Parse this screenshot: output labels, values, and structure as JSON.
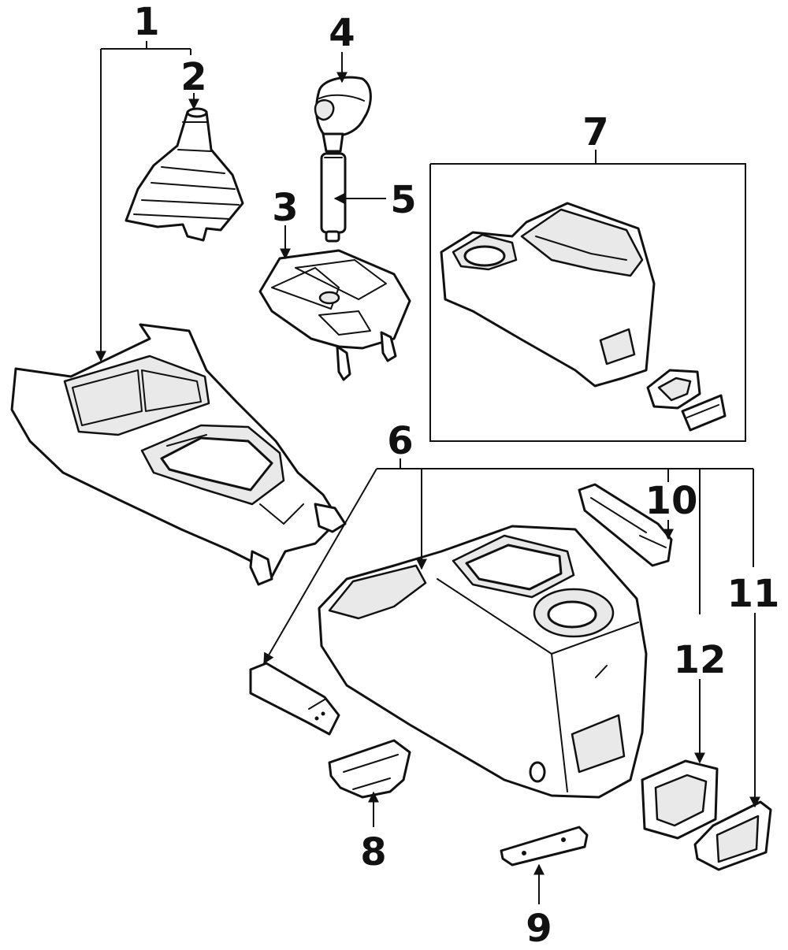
{
  "callouts": {
    "c1": "1",
    "c2": "2",
    "c3": "3",
    "c4": "4",
    "c5": "5",
    "c6": "6",
    "c7": "7",
    "c8": "8",
    "c9": "9",
    "c10": "10",
    "c11": "11",
    "c12": "12"
  },
  "parts": [
    {
      "callout": "1",
      "icon": "front-center-console-icon"
    },
    {
      "callout": "2",
      "icon": "shift-boot-icon"
    },
    {
      "callout": "3",
      "icon": "shift-bezel-icon"
    },
    {
      "callout": "4",
      "icon": "shift-knob-icon"
    },
    {
      "callout": "5",
      "icon": "shift-lever-icon"
    },
    {
      "callout": "6",
      "icon": "rear-console-assembly-icon"
    },
    {
      "callout": "7",
      "icon": "console-assembly-icon"
    },
    {
      "callout": "8",
      "icon": "console-bracket-icon"
    },
    {
      "callout": "9",
      "icon": "console-trim-icon"
    },
    {
      "callout": "10",
      "icon": "side-trim-icon"
    },
    {
      "callout": "11",
      "icon": "switch-panel-icon"
    },
    {
      "callout": "12",
      "icon": "pocket-icon"
    }
  ]
}
